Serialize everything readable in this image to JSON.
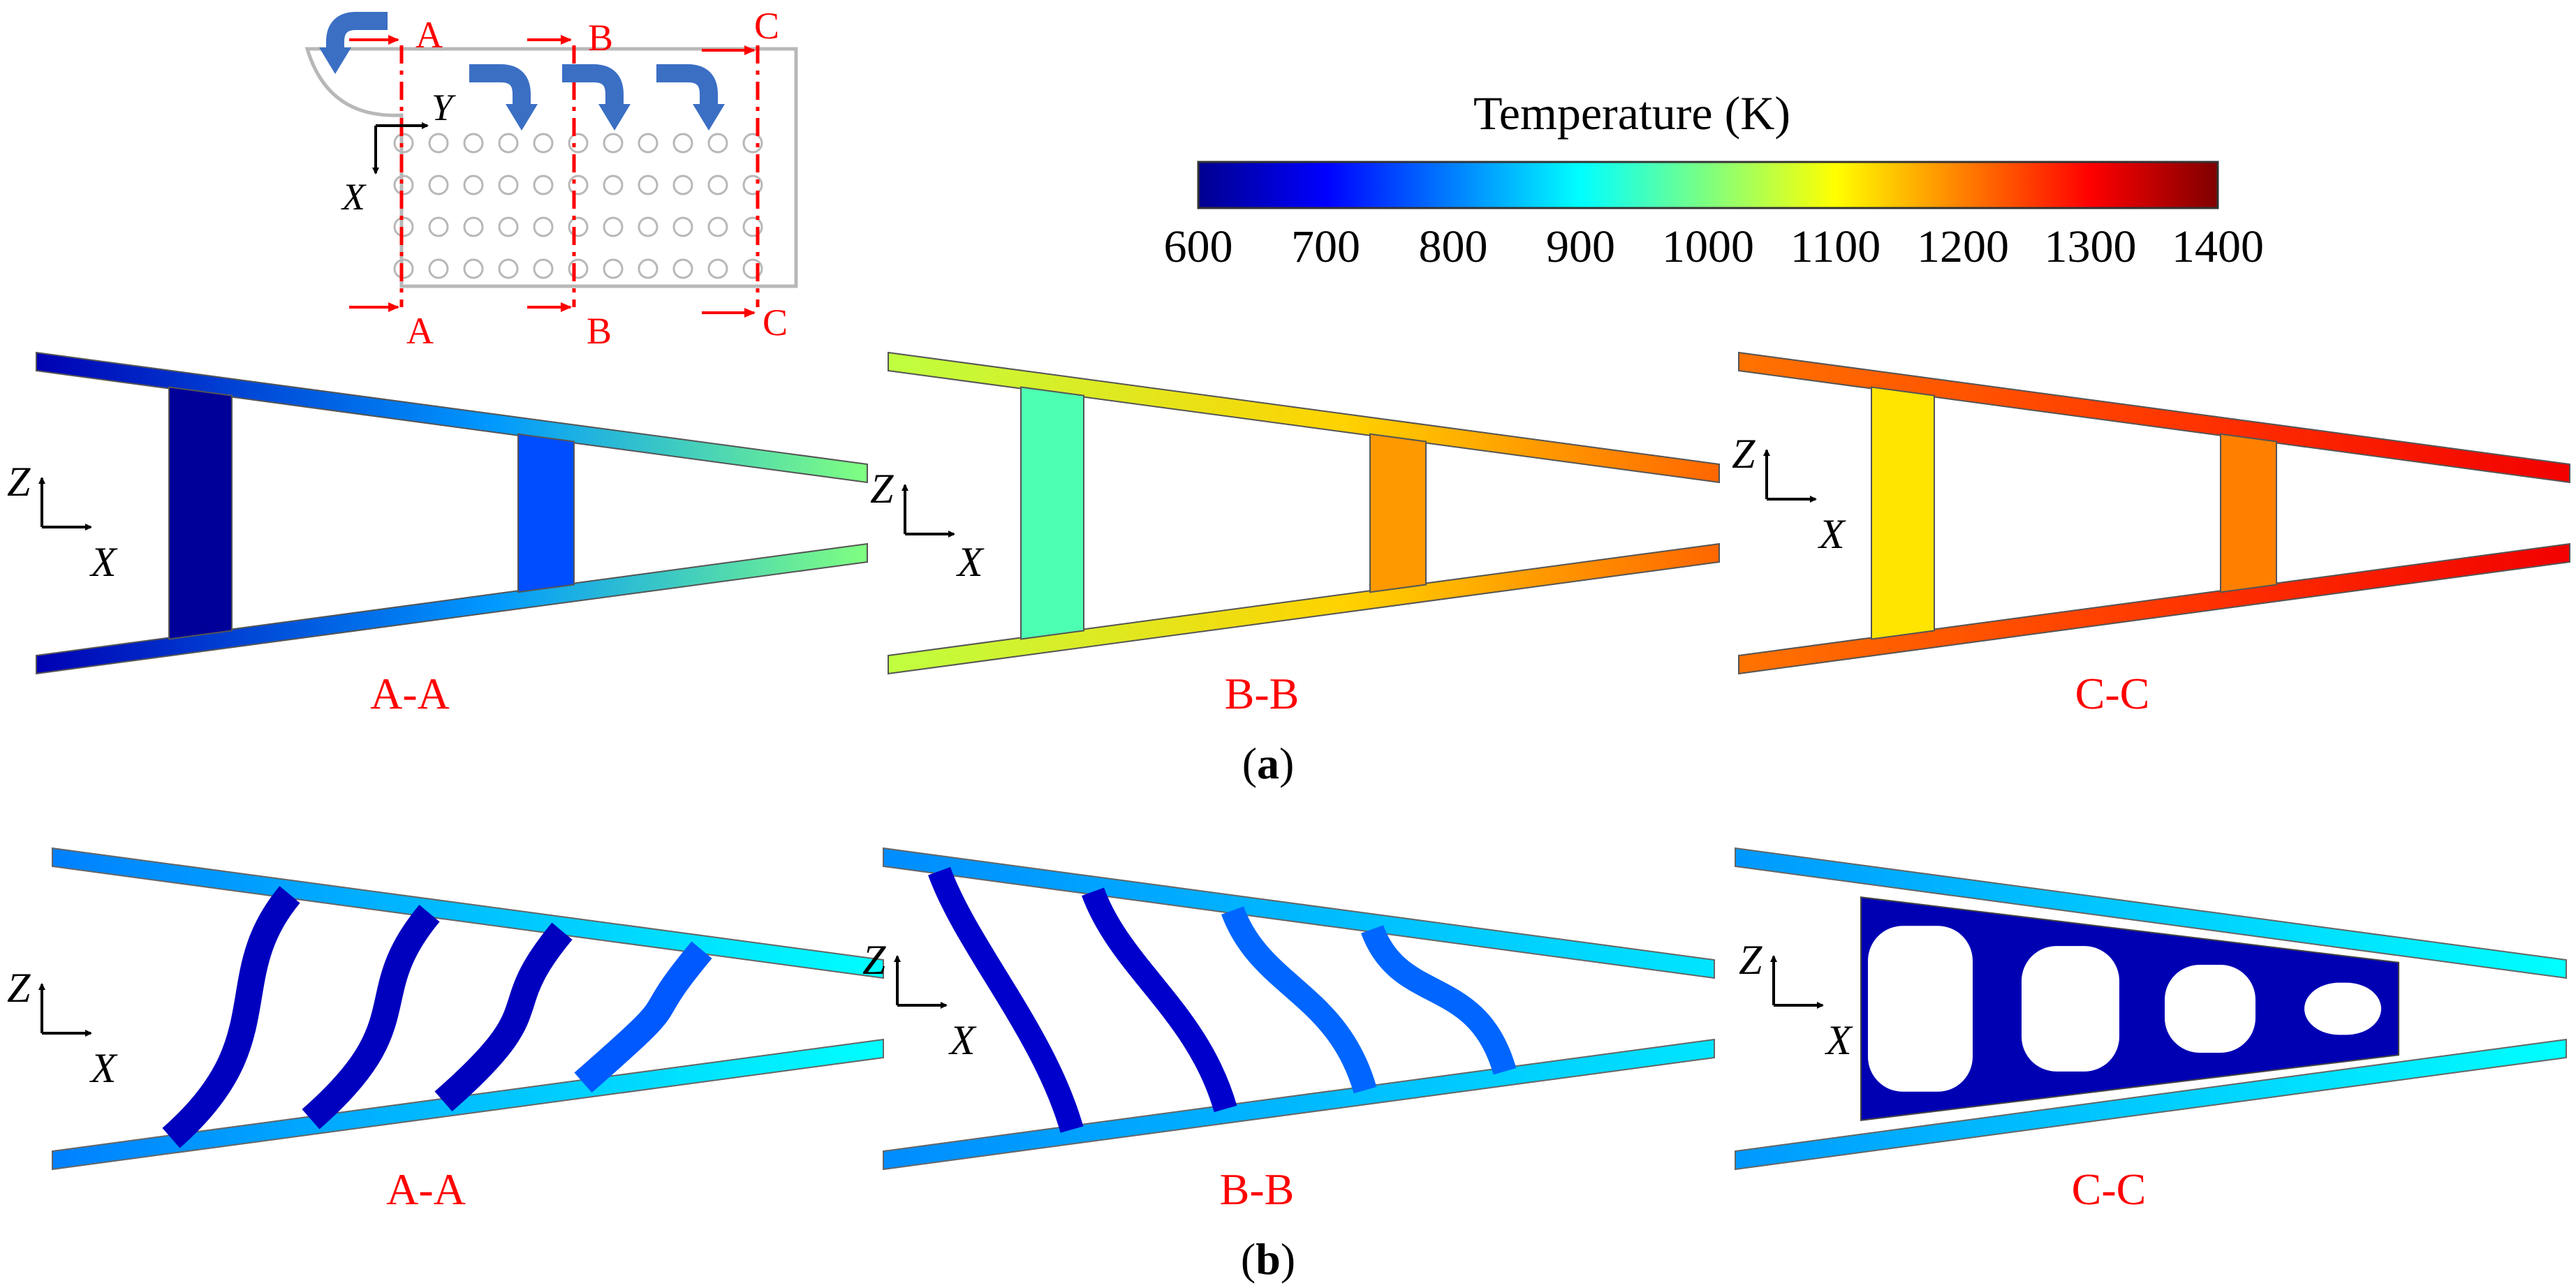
{
  "colorbar": {
    "title": "Temperature (K)",
    "ticks": [
      "600",
      "700",
      "800",
      "900",
      "1000",
      "1100",
      "1200",
      "1300",
      "1400"
    ],
    "range": [
      600,
      1400
    ],
    "colormap": "jet",
    "colors": [
      "#00008f",
      "#0000ff",
      "#007fff",
      "#00ffff",
      "#7fff7f",
      "#ffff00",
      "#ff7f00",
      "#ff0000",
      "#7f0000"
    ]
  },
  "schematic": {
    "section_letters": [
      "A",
      "B",
      "C"
    ],
    "axis_x": "X",
    "axis_y": "Y",
    "flow_arrow_color": "#3b6fc4"
  },
  "axes": {
    "z": "Z",
    "x": "X"
  },
  "sections": {
    "a": [
      {
        "label": "A-A",
        "left_temp": 640,
        "strut1_temp": 620,
        "strut2_temp": 760,
        "tip_temp": 1000
      },
      {
        "label": "B-B",
        "left_temp": 1050,
        "strut1_temp": 960,
        "strut2_temp": 1180,
        "tip_temp": 1220
      },
      {
        "label": "C-C",
        "left_temp": 1210,
        "strut1_temp": 1120,
        "strut2_temp": 1200,
        "tip_temp": 1310
      }
    ],
    "b": [
      {
        "label": "A-A",
        "skin_temp": 800,
        "tip_temp": 900,
        "rib_temp": 650
      },
      {
        "label": "B-B",
        "skin_temp": 810,
        "tip_temp": 880,
        "rib_temp": 660
      },
      {
        "label": "C-C",
        "skin_temp": 820,
        "tip_temp": 900,
        "rib_temp": 640
      }
    ]
  },
  "panel_labels": {
    "a": "a",
    "b": "b"
  },
  "label_color": "#ff0000"
}
